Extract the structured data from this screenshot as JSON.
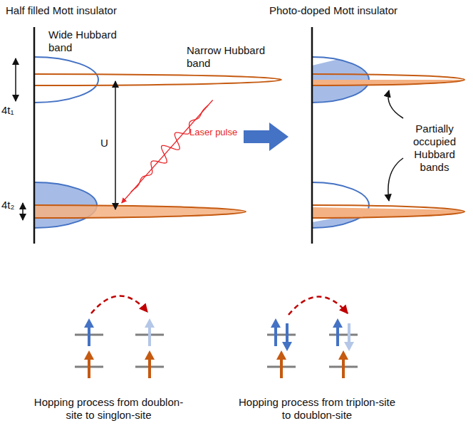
{
  "diagram": {
    "labels": [
      "Half filled Mott insulator",
      "Wide Hubbard band",
      "Narrow Hubbard band",
      "4t₁",
      "U",
      "Laser pulse",
      "4t₂",
      "Photo-doped Mott insulator",
      "Partially occupied Hubbard bands",
      "Hopping process from doublon-site to singlon-site",
      "Hopping process from triplon-site to doublon-site"
    ]
  }
}
